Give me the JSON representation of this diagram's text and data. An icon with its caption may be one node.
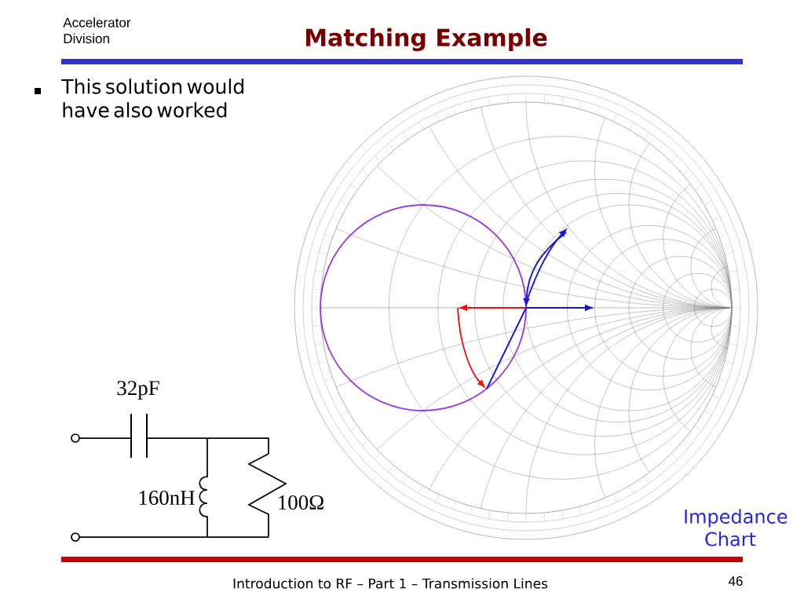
{
  "diagram": {
    "title": "Matching Example",
    "labels": [
      "Accelerator Division",
      "This solution would have also worked",
      "32pF",
      "160nH",
      "100Ω",
      "Impedance Chart",
      "Introduction to RF – Part 1 – Transmission Lines",
      "46"
    ]
  }
}
